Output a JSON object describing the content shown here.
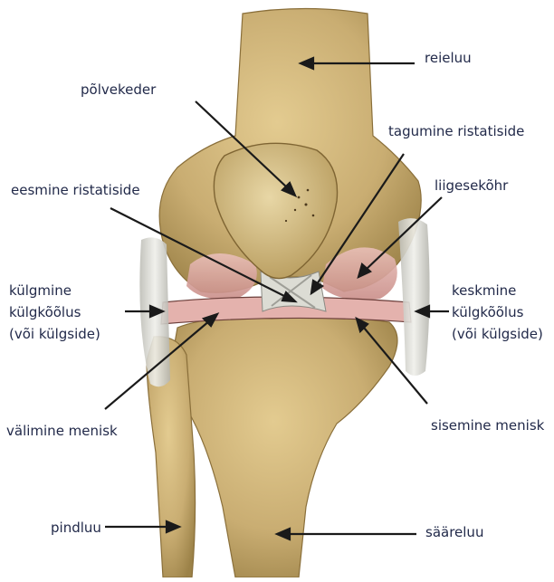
{
  "labels": {
    "reieluu": "reieluu",
    "polvekeder": "põlvekeder",
    "tagumine_ristatiside": "tagumine ristatiside",
    "eesmine_ristatiside": "eesmine ristatiside",
    "liigesekohr": "liigesekõhr",
    "kulgmine_kulgkoolus": [
      "külgmine",
      "külgkõõlus",
      "(või külgside)"
    ],
    "keskmine_kulgkoolus": [
      "keskmine",
      "külgkõõlus",
      "(või külgside)"
    ],
    "valimine_menisk": "välimine menisk",
    "sisemine_menisk": "sisemine menisk",
    "pindluu": "pindluu",
    "saareluu": "sääreluu"
  },
  "colors": {
    "bone": "#c9ad72",
    "bone_dark": "#9c8248",
    "cartilage": "#d9a5a0",
    "ligament": "#d8d8d2",
    "label_text": "#222a4a",
    "arrow": "#1a1a1a"
  }
}
